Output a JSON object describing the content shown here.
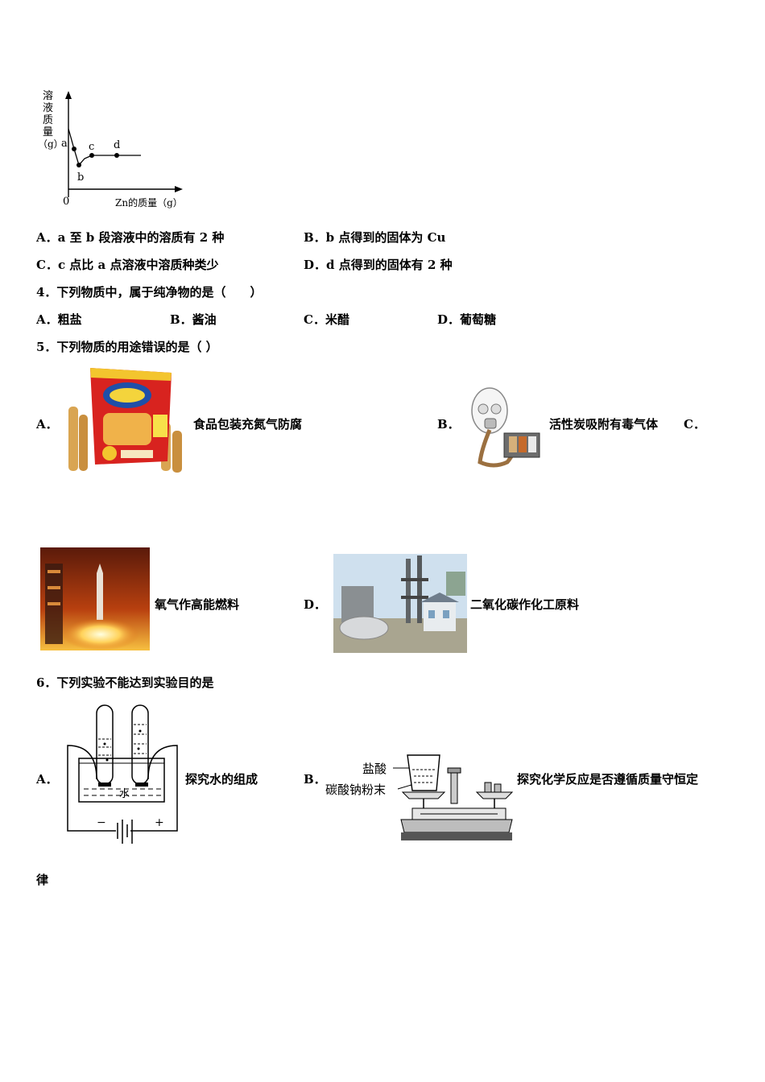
{
  "graph": {
    "ylabel_chars": [
      "溶",
      "液",
      "质",
      "量"
    ],
    "yunit": "（g）",
    "xlabel": "Zn的质量（g）",
    "origin": "0",
    "points": [
      "a",
      "b",
      "c",
      "d"
    ]
  },
  "q3": {
    "A": "A．a 至 b 段溶液中的溶质有 2 种",
    "B": "B．b 点得到的固体为 Cu",
    "C": "C．c 点比 a 点溶液中溶质种类少",
    "D": "D．d 点得到的固体有 2 种"
  },
  "q4": {
    "stem": "4．下列物质中，属于纯净物的是（　　）",
    "A": "A．粗盐",
    "B": "B．酱油",
    "C": "C．米醋",
    "D": "D．葡萄糖"
  },
  "q5": {
    "stem": "5．下列物质的用途错误的是（ ）",
    "A_letter": "A．",
    "A_text": "食品包装充氮气防腐",
    "B_letter": "B．",
    "B_text": "活性炭吸附有毒气体",
    "C_letter": "C．",
    "C_text": "氧气作高能燃料",
    "D_letter": "D．",
    "D_text": "二氧化碳作化工原料"
  },
  "q6": {
    "stem": "6．下列实验不能达到实验目的是",
    "A_letter": "A．",
    "A_text": "探究水的组成",
    "A_water_label": "水",
    "A_minus": "−",
    "A_plus": "+",
    "B_letter": "B．",
    "B_acid_label": "盐酸",
    "B_powder_label": "碳酸钠粉末",
    "B_text": "探究化学反应是否遵循质量守恒定",
    "B_text_cont": "律"
  }
}
